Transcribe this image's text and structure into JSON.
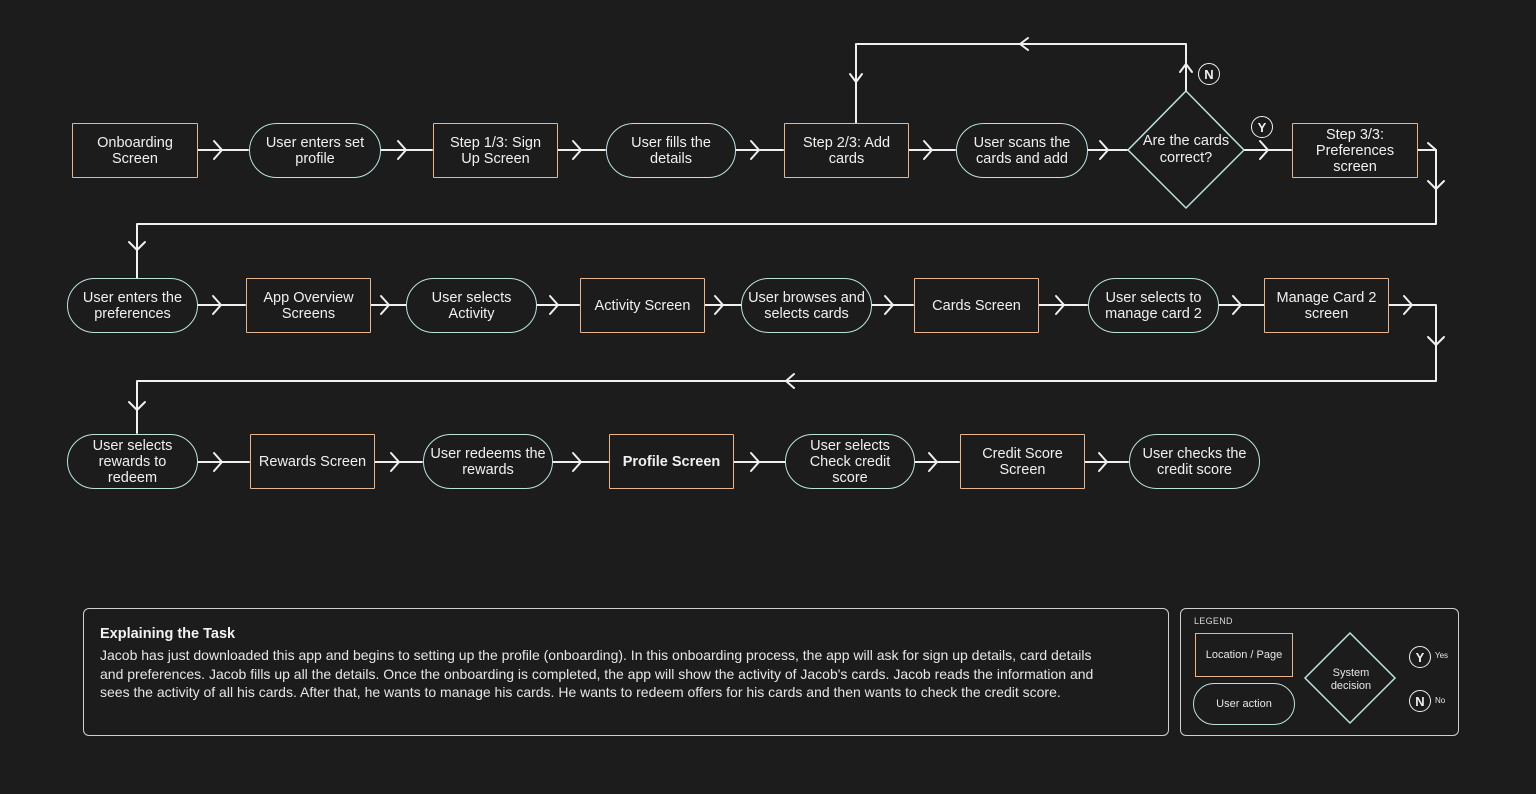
{
  "flow": {
    "row1": {
      "onboarding": "Onboarding Screen",
      "enters_profile": "User enters set profile",
      "step1": "Step 1/3: Sign Up Screen",
      "fills_details": "User fills the details",
      "step2": "Step 2/3: Add cards",
      "scans_cards": "User scans the cards and add",
      "decision": "Are the cards correct?",
      "step3": "Step 3/3: Preferences screen"
    },
    "row2": {
      "enters_preferences": "User enters the preferences",
      "app_overview": "App Overview Screens",
      "selects_activity": "User selects Activity",
      "activity_screen": "Activity Screen",
      "browses_cards": "User browses and selects cards",
      "cards_screen": "Cards Screen",
      "manage_card": "User selects to manage card 2",
      "manage_card_screen": "Manage Card 2 screen"
    },
    "row3": {
      "selects_rewards": "User selects rewards to redeem",
      "rewards_screen": "Rewards Screen",
      "redeems": "User redeems the rewards",
      "profile_screen": "Profile Screen",
      "check_credit": "User selects Check credit score",
      "credit_screen": "Credit Score Screen",
      "checks_credit": "User checks the credit score"
    },
    "yes_marker": "Y",
    "no_marker": "N"
  },
  "task": {
    "title": "Explaining the Task",
    "body": "Jacob has just downloaded this app and begins to setting up the profile (onboarding). In this onboarding process, the app will ask for sign up details, card details and  preferences. Jacob fills up all the details. Once the onboarding is completed, the app will show the activity of Jacob's cards. Jacob reads the information and sees the activity of all his cards. After that, he wants to manage his cards. He wants to redeem offers for his cards and then wants to check the credit score."
  },
  "legend": {
    "title": "LEGEND",
    "location": "Location / Page",
    "user_action": "User action",
    "system_decision": "System decision",
    "yes_symbol": "Y",
    "yes_label": "Yes",
    "no_symbol": "N",
    "no_label": "No"
  },
  "colors": {
    "background": "#1c1c1c",
    "page_border": "#e8b58c",
    "action_border": "#b9e4de",
    "line": "#f0f0f0"
  }
}
